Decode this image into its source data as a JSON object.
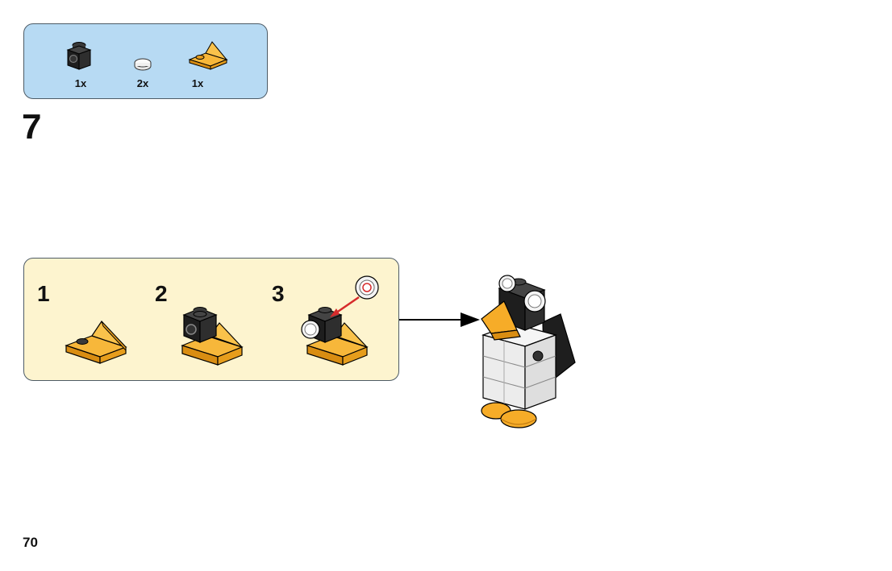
{
  "parts_list": {
    "items": [
      {
        "part": "black-brick-1x1-side-stud-icon",
        "quantity": "1x"
      },
      {
        "part": "white-round-tile-1x1-icon",
        "quantity": "2x"
      },
      {
        "part": "orange-slope-plate-icon",
        "quantity": "1x"
      }
    ]
  },
  "step": {
    "number": "7"
  },
  "substeps": [
    {
      "number": "1"
    },
    {
      "number": "2"
    },
    {
      "number": "3"
    }
  ],
  "page": {
    "number": "70"
  },
  "colors": {
    "parts_box_bg": "#b7daf3",
    "substep_box_bg": "#fdf4cf",
    "brick_orange": "#f6ac28",
    "brick_black": "#2b2b2b",
    "arrow_red": "#d62b2b"
  }
}
